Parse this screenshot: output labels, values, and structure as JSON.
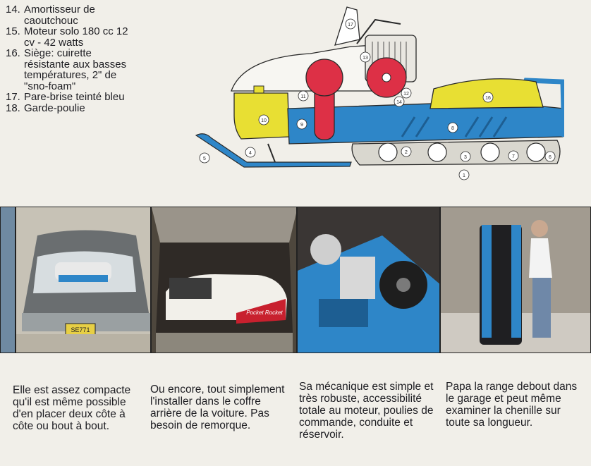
{
  "legend": [
    {
      "num": "14.",
      "text": "Amortisseur de caoutchouc"
    },
    {
      "num": "15.",
      "text": "Moteur solo 180 cc 12 cv - 42 watts"
    },
    {
      "num": "16.",
      "text": "Siège: cuirette résistante aux basses températures, 2\" de \"sno-foam\""
    },
    {
      "num": "17.",
      "text": "Pare-brise teinté bleu"
    },
    {
      "num": "18.",
      "text": "Garde-poulie"
    }
  ],
  "diagram": {
    "callouts": [
      "17",
      "13",
      "11",
      "10",
      "9",
      "8",
      "16",
      "14",
      "12",
      "5",
      "4",
      "3",
      "2",
      "7",
      "6",
      "1"
    ],
    "colors": {
      "body": "#2e86c8",
      "tank": "#e8df33",
      "pulley": "#dd3046",
      "seat": "#e8df33",
      "line": "#2a2a2a"
    }
  },
  "photos": {
    "plate_text": "SE771",
    "sticker_text": "Pocket Rocket"
  },
  "captions": [
    "Elle est assez compacte qu'il est même possible d'en placer deux côte à côte ou bout à bout.",
    "Ou encore, tout simplement l'installer dans le coffre arrière de la voiture. Pas besoin de remorque.",
    "Sa mécanique est simple et très robuste, accessibilité totale au moteur, poulies de commande, conduite et réservoir.",
    "Papa la range debout dans le garage et peut même examiner la chenille sur toute sa longueur."
  ]
}
